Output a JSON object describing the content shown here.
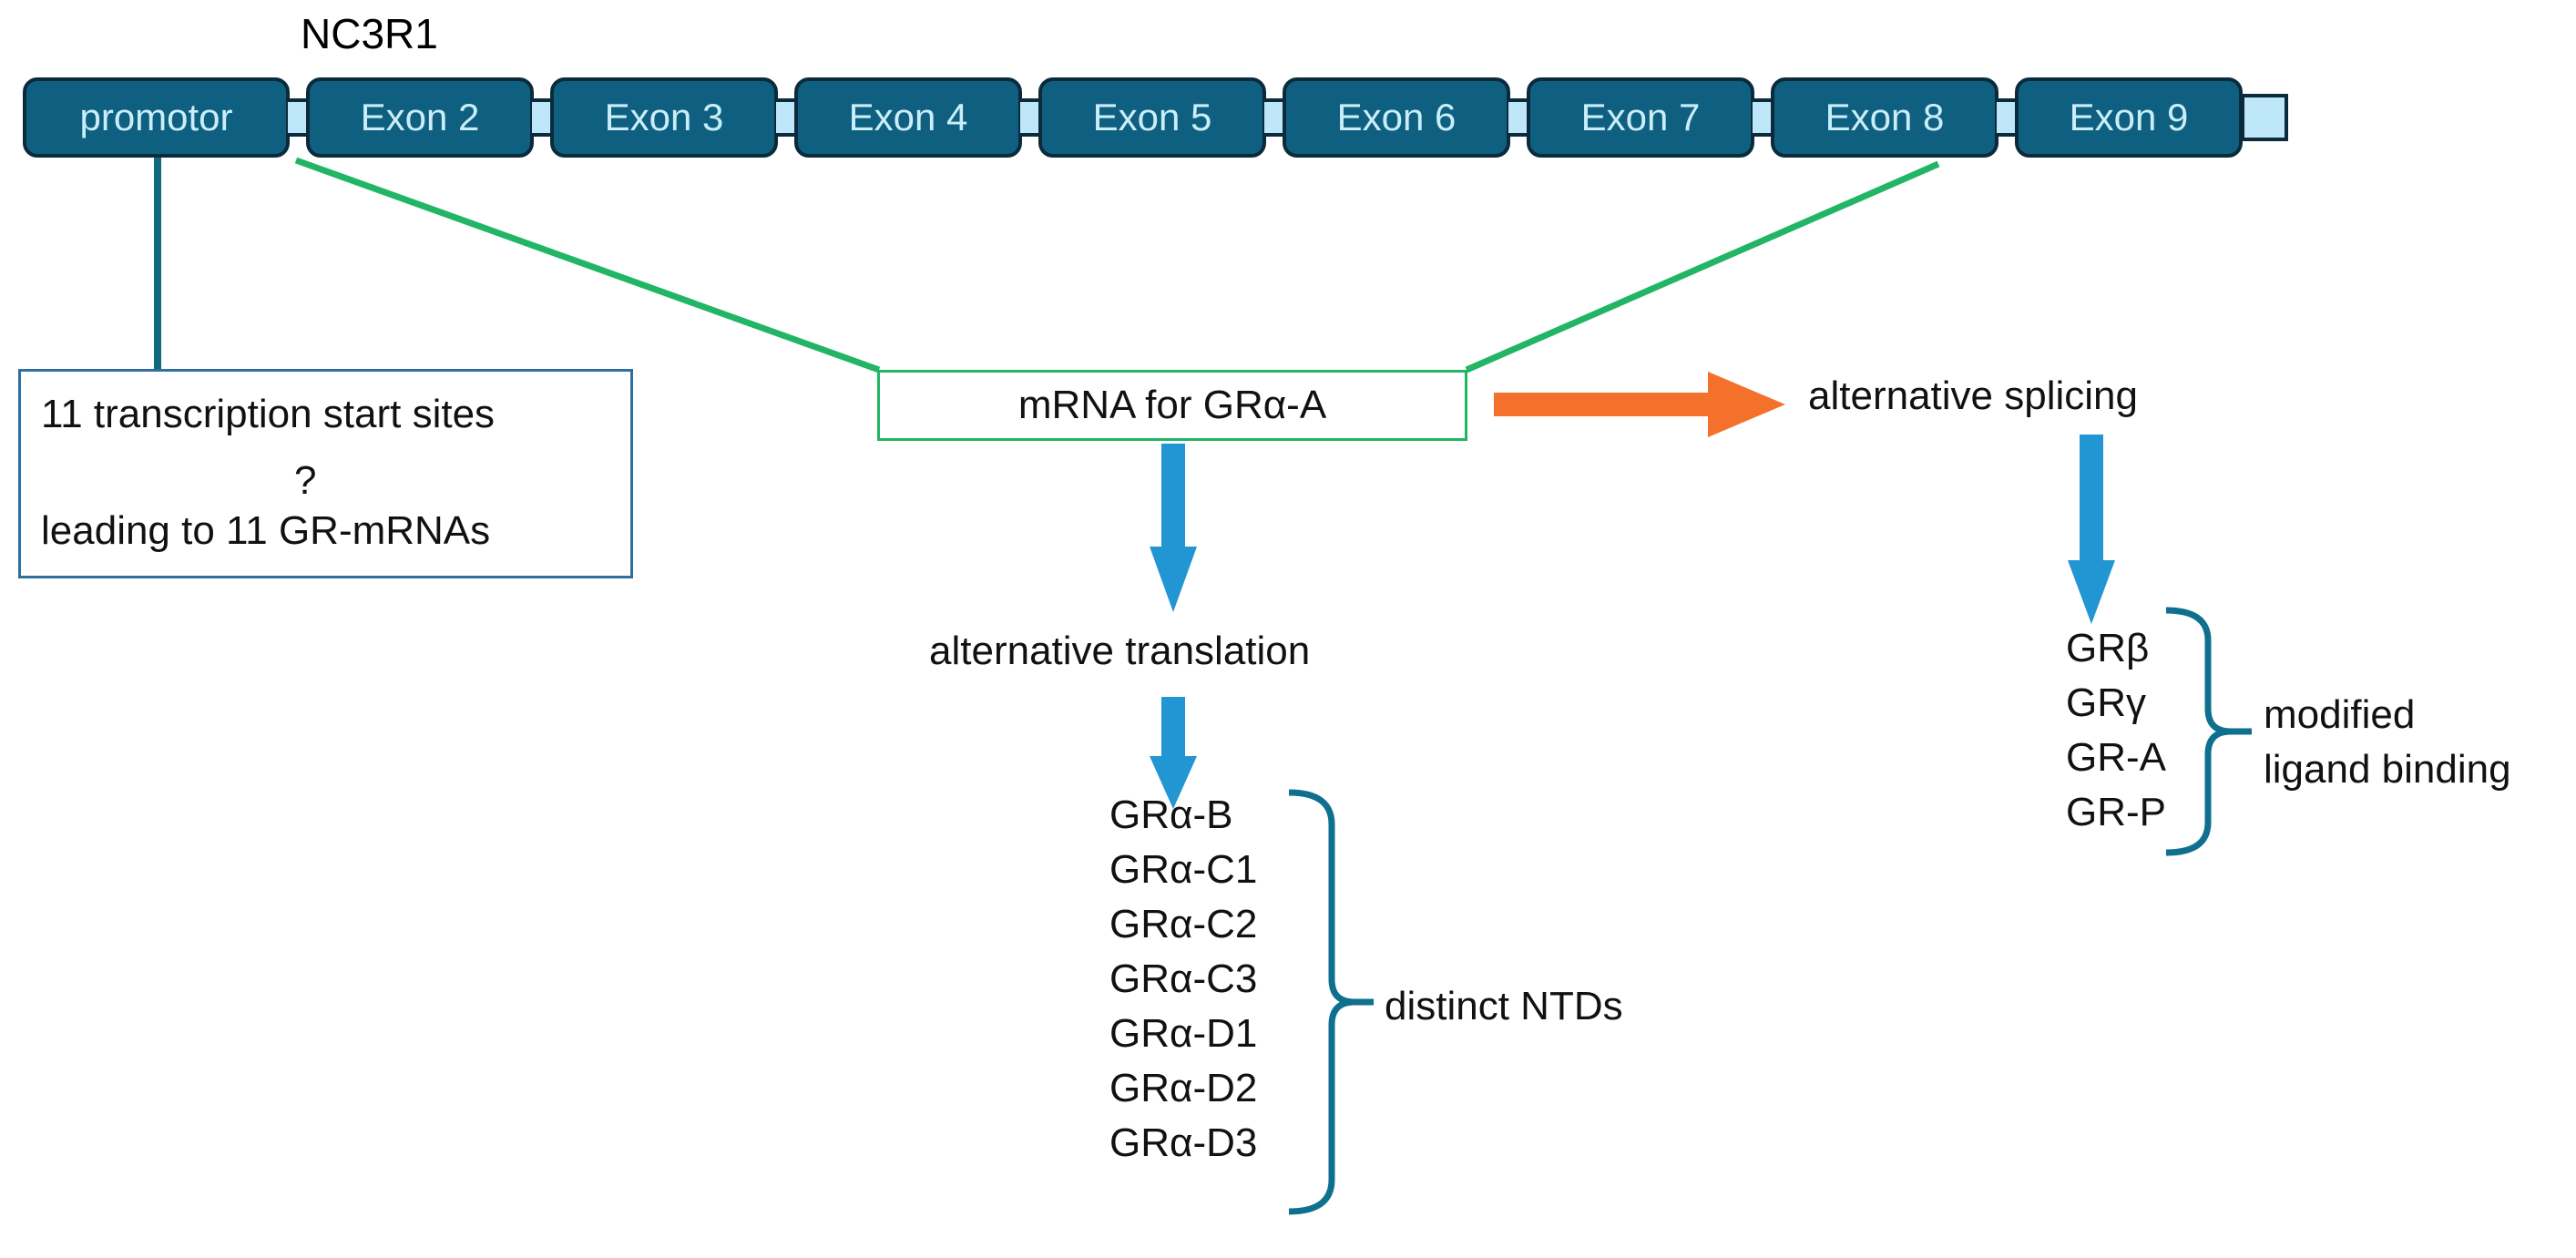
{
  "gene": {
    "label": "NC3R1",
    "segments": [
      {
        "name": "promotor",
        "kind": "promotor"
      },
      {
        "name": "Exon 2",
        "kind": "exon"
      },
      {
        "name": "Exon 3",
        "kind": "exon"
      },
      {
        "name": "Exon 4",
        "kind": "exon"
      },
      {
        "name": "Exon 5",
        "kind": "exon"
      },
      {
        "name": "Exon 6",
        "kind": "exon"
      },
      {
        "name": "Exon 7",
        "kind": "exon"
      },
      {
        "name": "Exon 8",
        "kind": "exon"
      },
      {
        "name": "Exon 9",
        "kind": "exon"
      }
    ]
  },
  "tss_panel": {
    "line1": "11 transcription start sites",
    "question_mark": "?",
    "line2": "leading to 11 GR-mRNAs"
  },
  "mrna": {
    "label": "mRNA for GRα-A"
  },
  "branches": {
    "alternative_splicing": "alternative splicing",
    "alternative_translation": "alternative translation"
  },
  "translation_products": {
    "items": [
      "GRα-B",
      "GRα-C1",
      "GRα-C2",
      "GRα-C3",
      "GRα-D1",
      "GRα-D2",
      "GRα-D3"
    ],
    "annotation": "distinct NTDs"
  },
  "splicing_products": {
    "items": [
      "GRβ",
      "GRγ",
      "GR-A",
      "GR-P"
    ],
    "annotation_line1": "modified",
    "annotation_line2": "ligand binding"
  },
  "colors": {
    "exon_fill": "#0f6080",
    "exon_stroke": "#0b2b3c",
    "exon_text": "#c9eef9",
    "linker_fill": "#bfe7fa",
    "green_line": "#21b565",
    "orange_arrow": "#f4712c",
    "blue_arrow": "#2196d3",
    "brace_teal": "#0f6f8f",
    "box_border_blue": "#2f6f9e",
    "text": "#111111",
    "background": "#ffffff"
  }
}
